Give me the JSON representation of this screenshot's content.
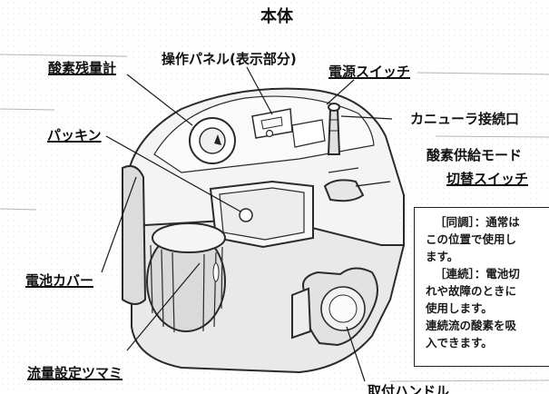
{
  "title": "本体",
  "labels": {
    "oxygen_gauge": "酸素残量計",
    "panel": "操作パネル(表示部分)",
    "power": "電源スイッチ",
    "cannula": "カニューラ接続口",
    "mode_line1": "酸素供給モード",
    "mode_line2": "切替スイッチ",
    "packing": "パッキン",
    "battery": "電池カバー",
    "flow": "流量設定ツマミ",
    "handle": "取付ハンドル"
  },
  "note_lines": [
    "［同調］：通常は",
    "この位置で使用し",
    "ます。",
    "［連続］：電池切",
    "れや故障のときに",
    "使用します。",
    "連続流の酸素を吸",
    "入できます。"
  ]
}
